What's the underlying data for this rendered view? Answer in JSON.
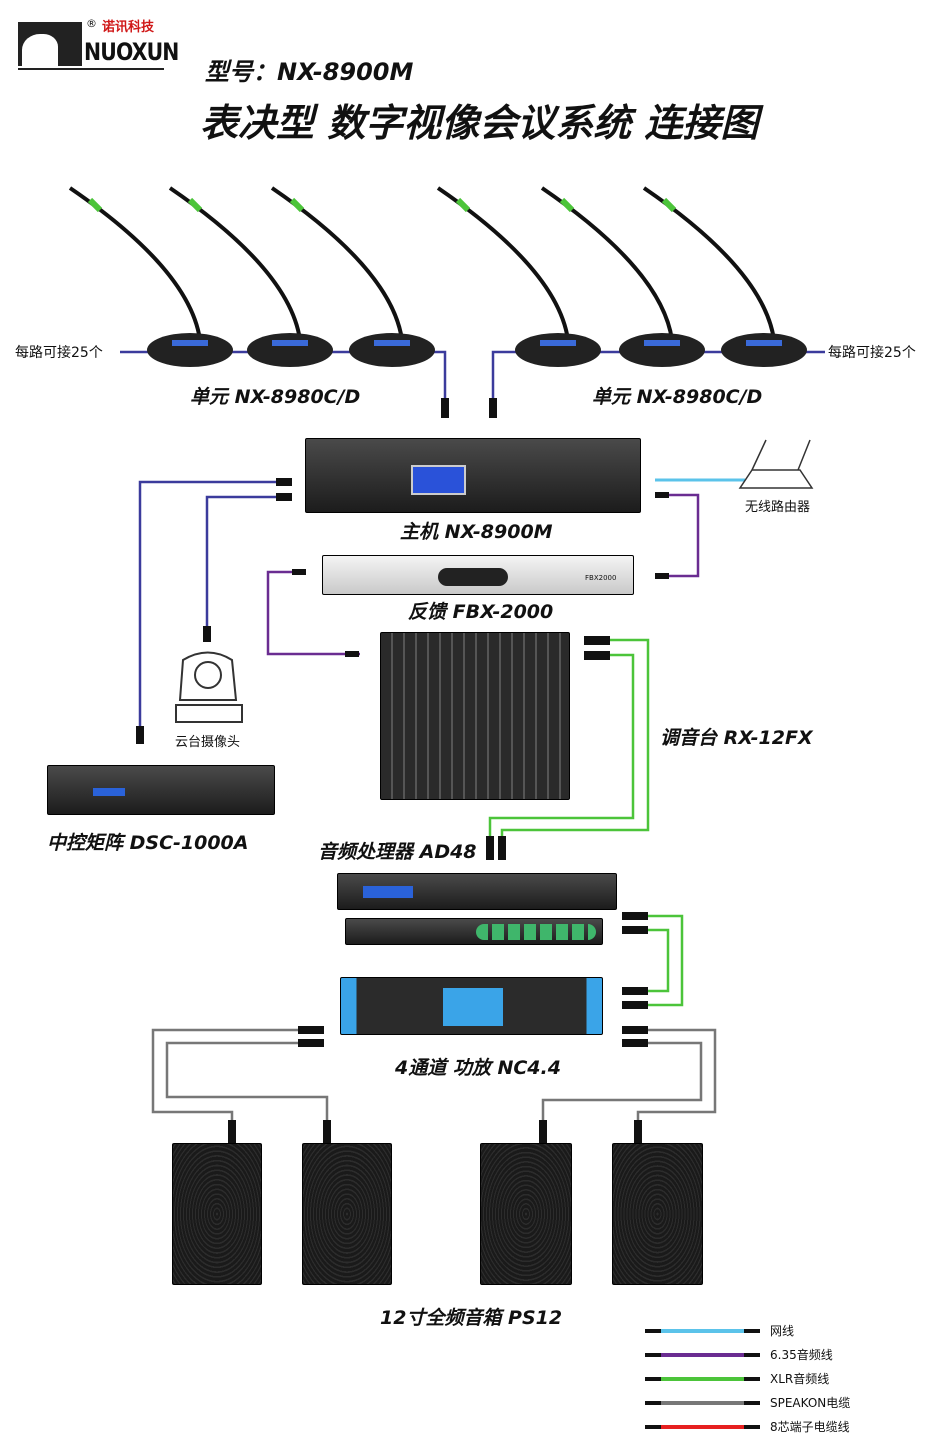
{
  "logo": {
    "brand_cn": "诺讯科技",
    "brand_en": "NUOXUN",
    "registered": "®"
  },
  "header": {
    "model": "型号：NX-8900M",
    "title": "表决型 数字视像会议系统 连接图"
  },
  "mics": {
    "left_note": "每路可接25个",
    "right_note": "每路可接25个",
    "left_label": "单元 NX-8980C/D",
    "right_label": "单元 NX-8980C/D",
    "count_per_side": 3
  },
  "devices": {
    "host": "主机 NX-8900M",
    "router": "无线路由器",
    "feedback": "反馈 FBX-2000",
    "feedback_badge": "FBX2000",
    "mixer": "调音台 RX-12FX",
    "camera": "云台摄像头",
    "matrix": "中控矩阵 DSC-1000A",
    "processor": "音频处理器 AD48",
    "amplifier": "4通道 功放  NC4.4",
    "speakers": "12寸全频音箱  PS12"
  },
  "legend": [
    {
      "label": "网线",
      "color": "#5bc3ea"
    },
    {
      "label": "6.35音频线",
      "color": "#6a2c91"
    },
    {
      "label": "XLR音频线",
      "color": "#4cc43a"
    },
    {
      "label": "SPEAKON电缆",
      "color": "#777777"
    },
    {
      "label": "8芯端子电缆线",
      "color": "#e62020"
    }
  ],
  "colors": {
    "control_cable": "#3b3b9c"
  }
}
